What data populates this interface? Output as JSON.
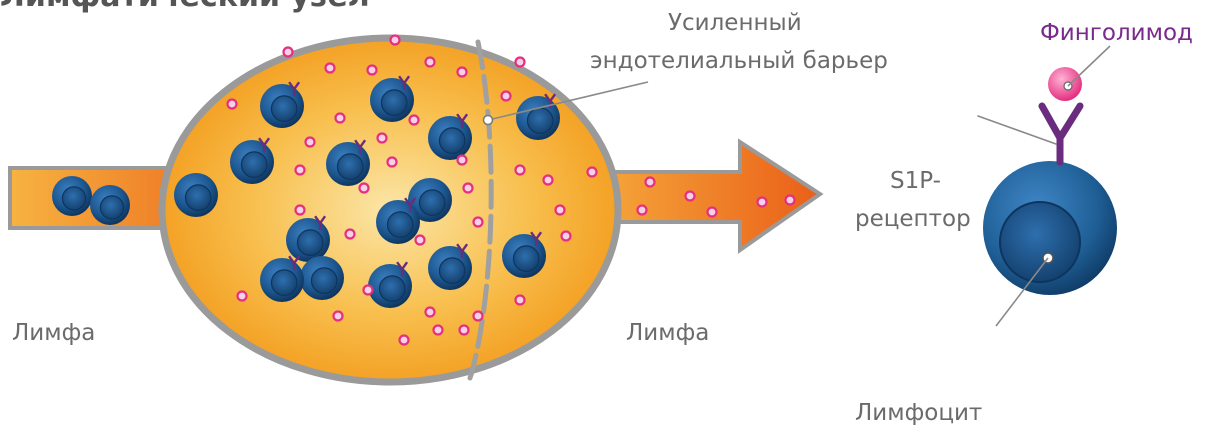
{
  "title": "Лимфатический узел",
  "labels": {
    "barrier": [
      "Усиленный",
      "эндотелиальный барьер"
    ],
    "drug": "Финголимод",
    "receptor": [
      "S1P-",
      "рецептор"
    ],
    "lymph_in": "Лимфа",
    "lymph_out": "Лимфа",
    "lymphocyte": "Лимфоцит"
  },
  "colors": {
    "node_fill": "#f5a523",
    "node_border": "#9a9a9a",
    "arrow_light": "#f7b341",
    "arrow_dark": "#ec6a1c",
    "cell_dark": "#0f3d66",
    "cell_mid": "#1f5f96",
    "drug_dot": "#ea3a8c",
    "receptor": "#6a2c7e",
    "label_grey": "#6b6b6b",
    "drug_text": "#7a2a8c"
  }
}
